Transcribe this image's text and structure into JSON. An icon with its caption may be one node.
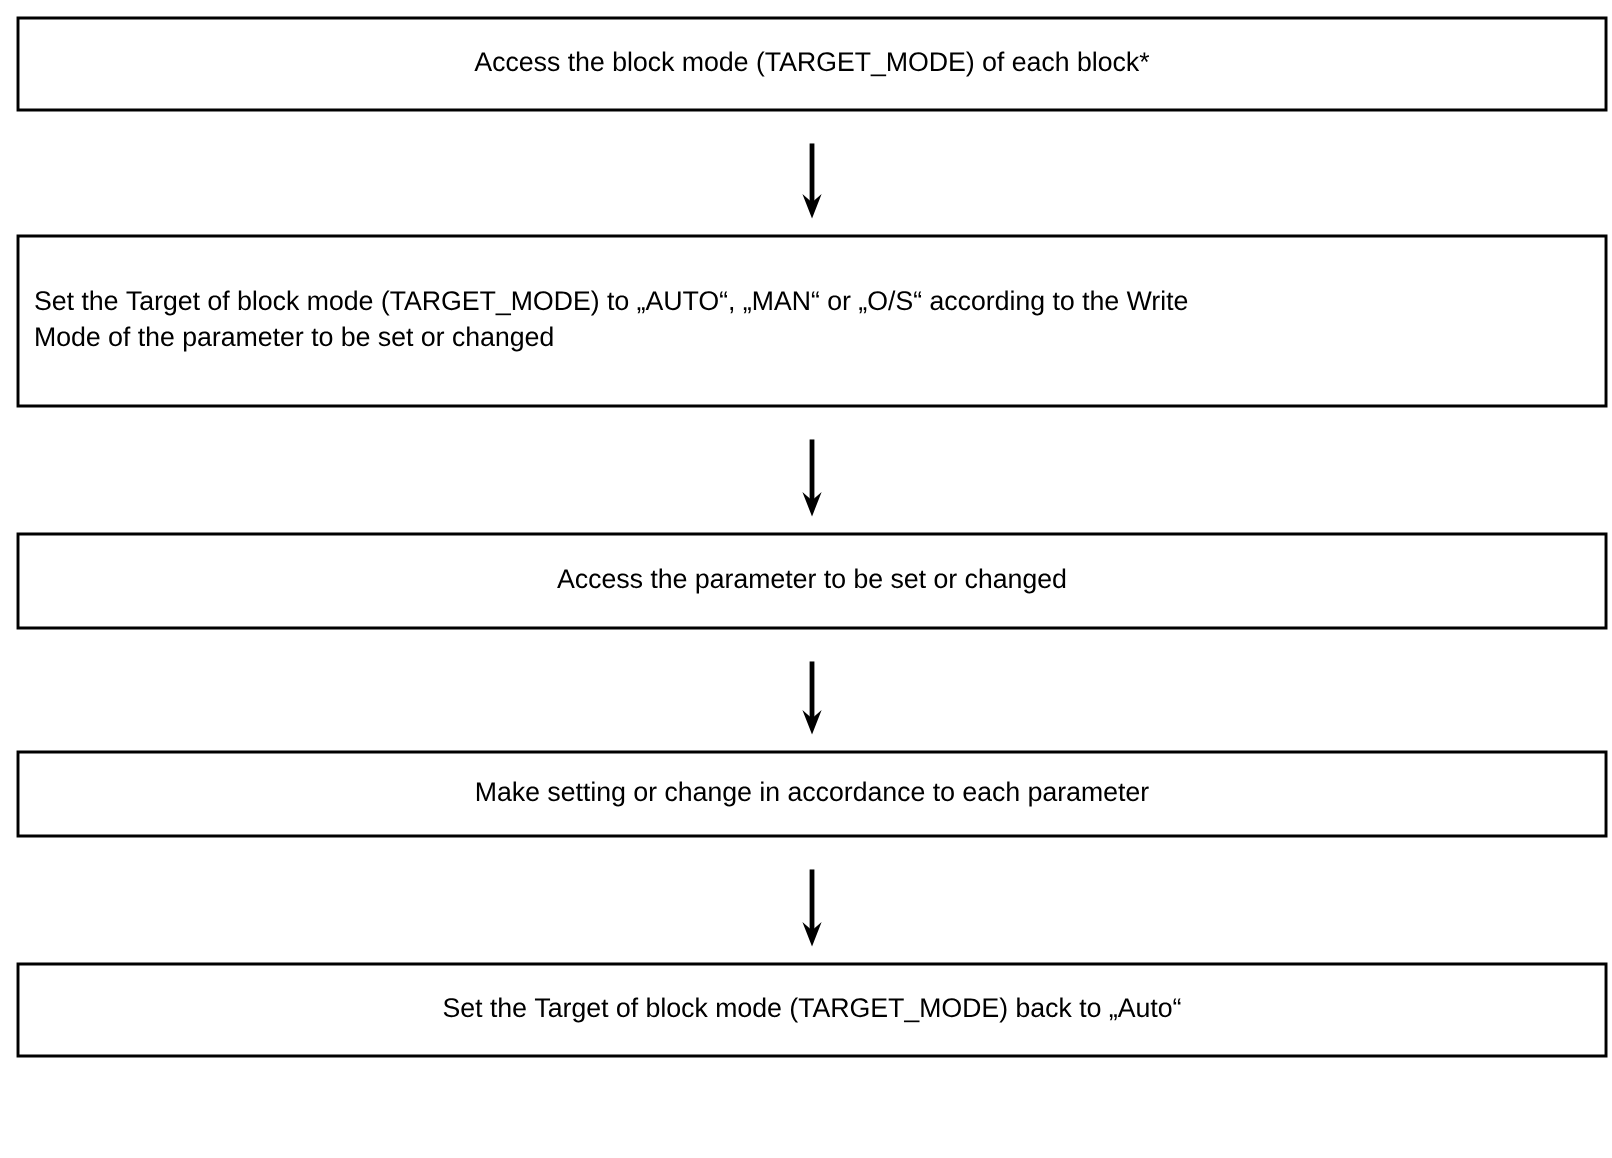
{
  "diagram": {
    "nodes": [
      {
        "text": [
          "Access the block mode (TARGET_MODE) of each block*"
        ]
      },
      {
        "text": [
          "Set the Target of block mode (TARGET_MODE) to „AUTO“, „MAN“ or „O/S“ according to the Write Mode of the parameter to be set or changed"
        ]
      },
      {
        "text": [
          "Access the parameter to be set or changed"
        ]
      },
      {
        "text": [
          "Make setting or change in accordance to each parameter"
        ]
      },
      {
        "text": [
          "Set the Target of block mode (TARGET_MODE) back to „Auto“"
        ]
      }
    ],
    "edges": [
      {
        "from": 0,
        "to": 1,
        "arrow": "to"
      },
      {
        "from": 1,
        "to": 2,
        "arrow": "to"
      },
      {
        "from": 2,
        "to": 3,
        "arrow": "to"
      },
      {
        "from": 3,
        "to": 4,
        "arrow": "to"
      }
    ]
  }
}
